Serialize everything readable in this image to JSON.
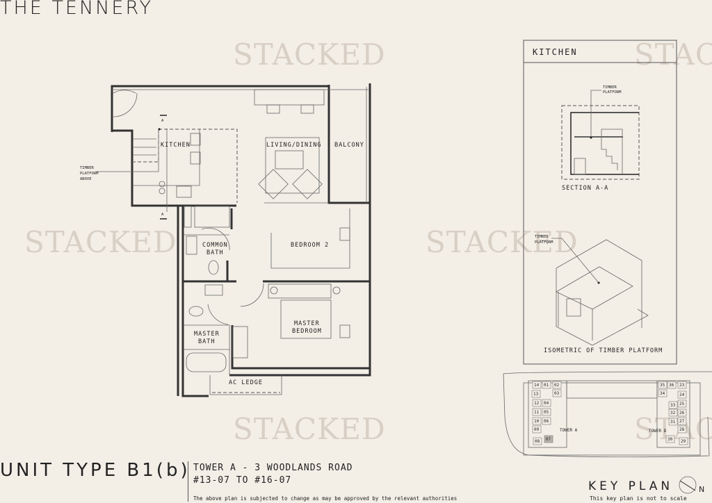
{
  "header": {
    "title": "THE TENNERY"
  },
  "watermark": "STACKED",
  "floor_plan": {
    "rooms": {
      "kitchen": "KITCHEN",
      "living_dining": "LIVING/DINING",
      "balcony": "BALCONY",
      "common_bath": [
        "COMMON",
        "BATH"
      ],
      "bedroom2": "BEDROOM 2",
      "master_bedroom": [
        "MASTER",
        "BEDROOM"
      ],
      "master_bath": [
        "MASTER",
        "BATH"
      ],
      "ac_ledge": "AC LEDGE"
    },
    "timber_note": [
      "TIMBER",
      "PLATFORM",
      "ABOVE"
    ],
    "section_marker": "A"
  },
  "detail_panel": {
    "title": "KITCHEN",
    "section_label": "SECTION A-A",
    "timber_label": [
      "TIMBER",
      "PLATFORM"
    ],
    "isometric_label": "ISOMETRIC OF TIMBER PLATFORM"
  },
  "footer": {
    "unit_type": "UNIT TYPE B1(b)",
    "tower_address": "TOWER A - 3 WOODLANDS ROAD",
    "unit_range": "#13-07 TO #16-07",
    "disclaimer": "The above plan is subjected to change as may be approved by the relevant authorities"
  },
  "key_plan": {
    "title": "KEY PLAN",
    "note": "This key plan is not to scale",
    "north": "N",
    "towers": [
      "TOWER A",
      "TOWER D"
    ],
    "units": [
      "14",
      "01",
      "02",
      "13",
      "03",
      "12",
      "04",
      "11",
      "05",
      "10",
      "06",
      "09",
      "07",
      "08",
      "35",
      "36",
      "23",
      "34",
      "24",
      "33",
      "25",
      "32",
      "26",
      "31",
      "27",
      "28",
      "30",
      "29"
    ],
    "highlighted_unit": "07",
    "highlight_color": "#b8b2aa"
  }
}
